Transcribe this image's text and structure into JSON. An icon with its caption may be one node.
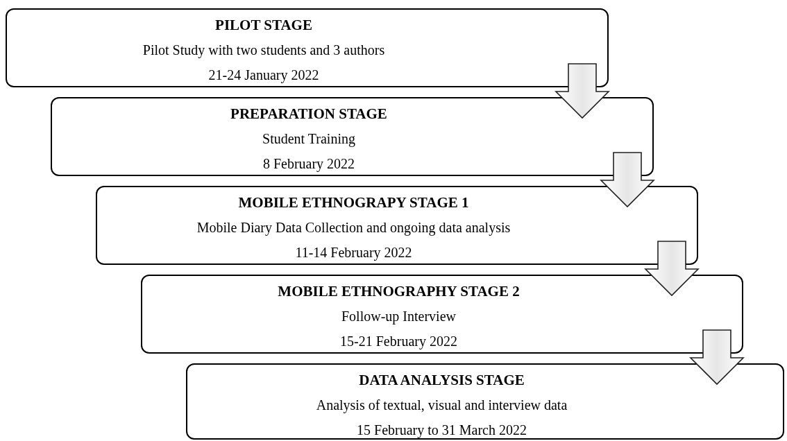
{
  "diagram": {
    "nodes": [
      {
        "text": [
          "PILOT STAGE",
          "Pilot Study with two students and 3 authors",
          "21-24 January 2022"
        ]
      },
      {
        "text": [
          "PREPARATION STAGE",
          "Student Training",
          "8 February 2022"
        ]
      },
      {
        "text": [
          "MOBILE ETHNOGRAPY STAGE 1",
          "Mobile Diary Data Collection and ongoing data analysis",
          "11-14 February 2022"
        ]
      },
      {
        "text": [
          "MOBILE ETHNOGRAPHY STAGE 2",
          "Follow-up Interview",
          "15-21 February 2022"
        ]
      },
      {
        "text": [
          "DATA ANALYSIS STAGE",
          "Analysis of textual, visual and interview data",
          "15 February to 31 March  2022"
        ]
      }
    ],
    "edges": [
      {
        "from": 0,
        "to": 1,
        "arrow": "to"
      },
      {
        "from": 1,
        "to": 2,
        "arrow": "to"
      },
      {
        "from": 2,
        "to": 3,
        "arrow": "to"
      },
      {
        "from": 3,
        "to": 4,
        "arrow": "to"
      }
    ]
  }
}
